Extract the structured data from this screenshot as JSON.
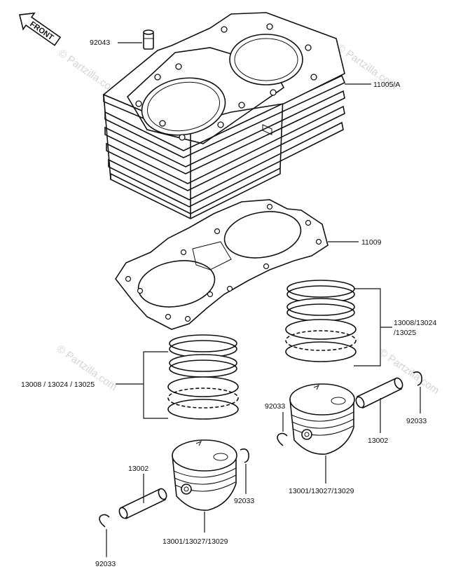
{
  "watermark": "© Partzilla.com",
  "front_label": "FRONT",
  "labels": {
    "p92043": "92043",
    "p11005": "11005/A",
    "p11009": "11009",
    "rings_right": [
      "13008/13024",
      "/13025"
    ],
    "rings_left": "13008 / 13024 / 13025",
    "clip_right_top": "92033",
    "clip_right_bottom": "92033",
    "pin_right": "13002",
    "piston_right": "13001/13027/13029",
    "pin_left": "13002",
    "clip_left_mid": "92033",
    "clip_left_bottom": "92033",
    "piston_left": "13001/13027/13029"
  },
  "colors": {
    "ink": "#111111",
    "watermark": "#d4d4d4"
  }
}
